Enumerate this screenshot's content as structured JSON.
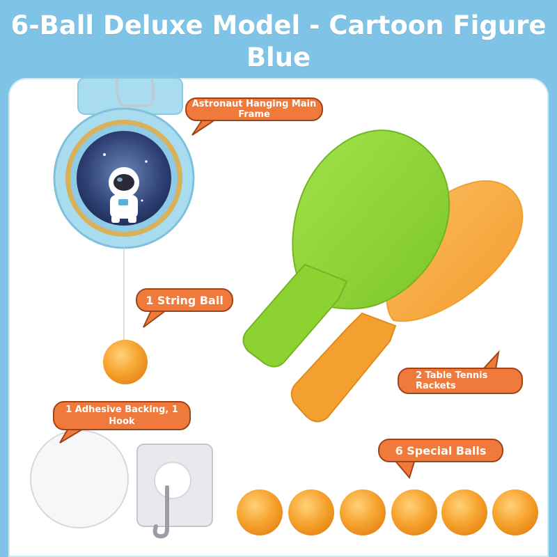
{
  "title": {
    "line1": "6-Ball Deluxe Model - Cartoon Figure",
    "line2": "Blue"
  },
  "labels": {
    "frame": "Astronaut Hanging Main Frame",
    "string_ball": "1 String Ball",
    "rackets": "2 Table Tennis Rackets",
    "adhesive": "1 Adhesive Backing, 1 Hook",
    "special_balls": "6 Special Balls"
  },
  "colors": {
    "background": "#7fc3e6",
    "callout": "#ef7a3b",
    "ball": "#f7a531",
    "green_racket": "#8cd332",
    "orange_racket": "#f7a63a",
    "frame": "#a9dcef"
  },
  "items": {
    "special_ball_count": 6
  }
}
